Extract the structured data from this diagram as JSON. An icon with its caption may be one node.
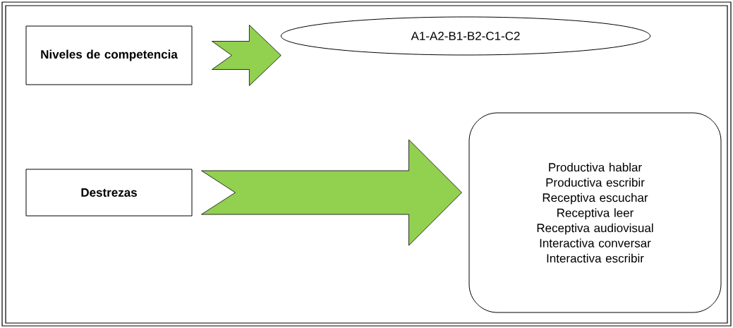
{
  "diagram": {
    "nodes": [
      {
        "text": [
          "Niveles de competencia"
        ]
      },
      {
        "text": [
          "A1-A2-B1-B2-C1-C2"
        ]
      },
      {
        "text": [
          "Destrezas"
        ]
      },
      {
        "text": [
          "Productiva hablar",
          "Productiva escribir",
          "Receptiva escuchar",
          "Receptiva leer",
          "Receptiva audiovisual",
          "Interactiva conversar",
          "Interactiva escribir"
        ]
      }
    ],
    "edges": [
      {
        "from": 0,
        "to": 1,
        "arrow": "to"
      },
      {
        "from": 2,
        "to": 3,
        "arrow": "to"
      }
    ]
  }
}
